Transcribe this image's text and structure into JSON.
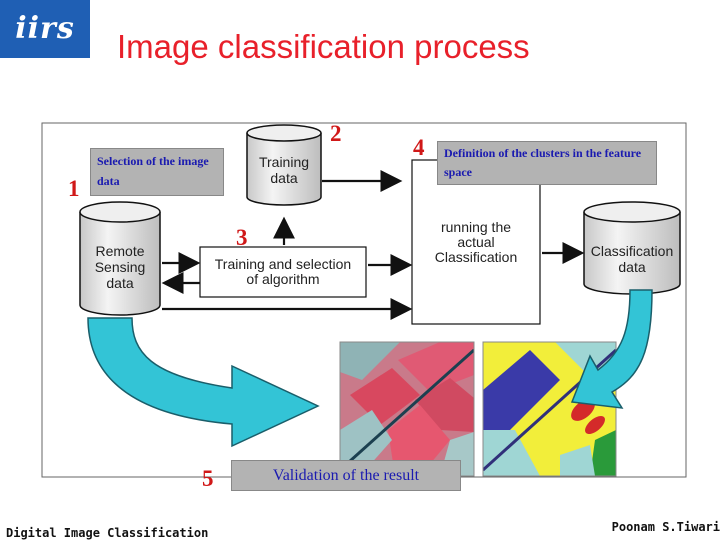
{
  "logo": {
    "text": "iirs"
  },
  "title": "Image classification process",
  "steps": {
    "s1": "1",
    "s2": "2",
    "s3": "3",
    "s4": "4",
    "s5": "5"
  },
  "labels": {
    "selection": "Selection of the image data",
    "definition": "Definition of the clusters in the feature space",
    "validation": "Validation of the result"
  },
  "nodes": {
    "training_data": {
      "line1": "Training",
      "line2": "data"
    },
    "remote_sensing": {
      "line1": "Remote",
      "line2": "Sensing",
      "line3": "data"
    },
    "training_selection": {
      "line1": "Training and selection",
      "line2": "of algorithm"
    },
    "running": {
      "line1": "running the",
      "line2": "actual",
      "line3": "Classification"
    },
    "classification_data": {
      "line1": "Classification",
      "line2": "data"
    }
  },
  "footer": {
    "left": "Digital Image Classification",
    "right": "Poonam S.Tiwari"
  },
  "colors": {
    "title": "#e8202a",
    "logo_bg": "#1f5fb4",
    "step_number": "#d01818",
    "label_box": "#b3b3b3",
    "arrow_fill": "#33c4d6"
  },
  "icons": {
    "satellite_image": "false-color-satellite-image",
    "classified_map": "classified-map-image"
  }
}
